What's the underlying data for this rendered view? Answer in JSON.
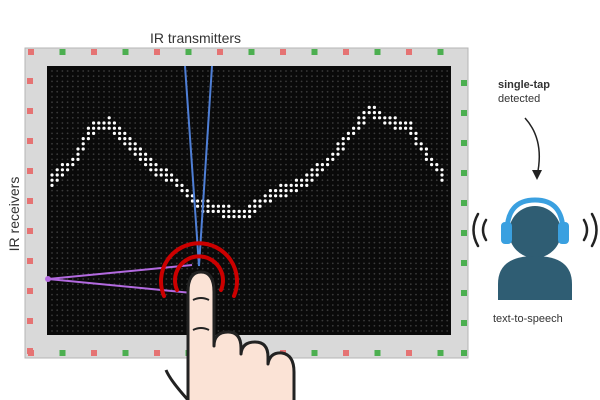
{
  "labels": {
    "transmitters": "IR transmitters",
    "receivers": "IR receivers",
    "event_bold": "single-tap",
    "event_rest": "detected",
    "output": "text-to-speech"
  },
  "icons": [
    "finger-hand-icon",
    "headphone-user-icon",
    "sound-wave-icon",
    "ripple-ring-icon"
  ],
  "colors": {
    "transmitter_led": "#4caf50",
    "receiver_led": "#e57373",
    "frame": "#d9d9d9",
    "screen": "#0a0a0a",
    "pixel_on": "#ffffff",
    "pixel_off": "#3a3a3a",
    "ir_beam_vertical": "#4f7fd6",
    "ir_beam_horizontal": "#b36ae0",
    "ripple": "#cc0000",
    "user_head": "#2f5d73",
    "headphones": "#3aa0e0"
  }
}
